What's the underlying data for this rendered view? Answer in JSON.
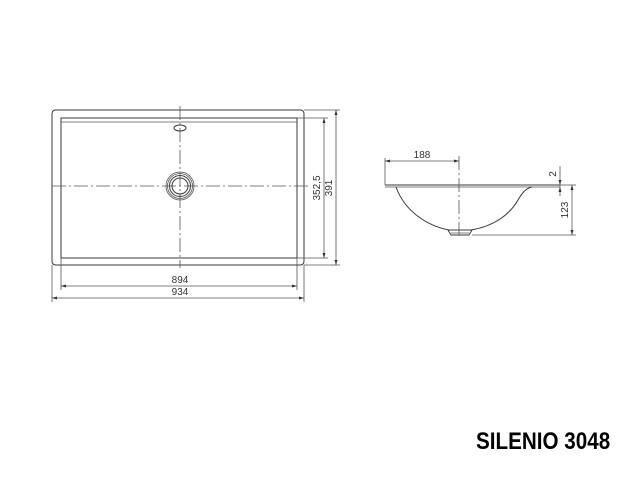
{
  "product": {
    "name": "SILENIO 3048"
  },
  "top_view": {
    "dimensions": {
      "inner_width": "894",
      "outer_width": "934",
      "inner_depth": "352,5",
      "outer_depth": "391"
    }
  },
  "side_view": {
    "dimensions": {
      "drain_offset": "188",
      "rim_thickness": "2",
      "basin_depth": "123"
    }
  },
  "colors": {
    "line": "#3a3a3a",
    "text": "#333333",
    "title": "#000000",
    "background": "#ffffff"
  }
}
